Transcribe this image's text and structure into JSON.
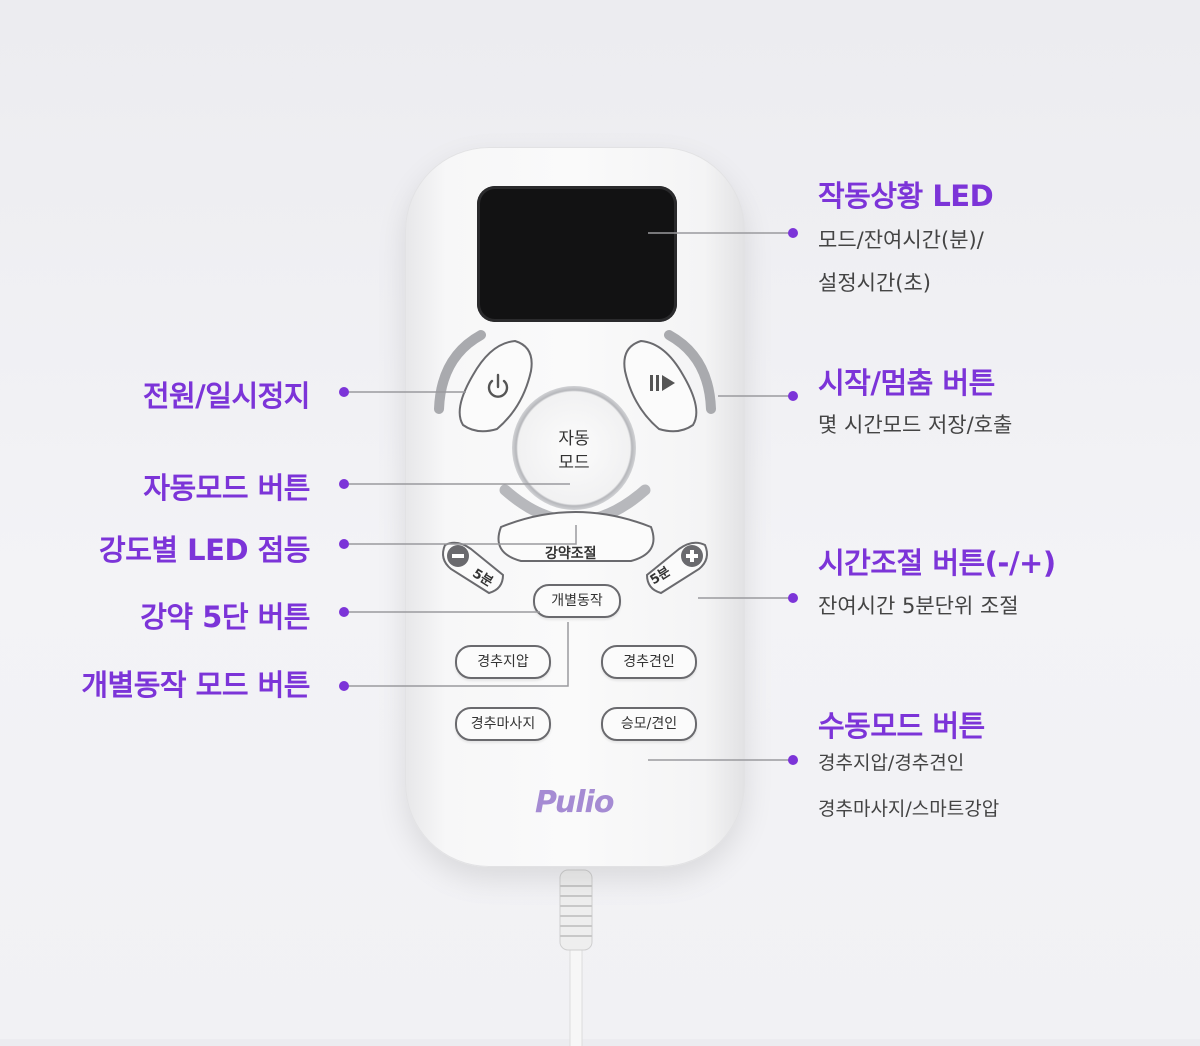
{
  "remote": {
    "auto_mode_line1": "자동",
    "auto_mode_line2": "모드",
    "intensity_label": "강약조절",
    "individual_label": "개별동작",
    "minus_label": "5분",
    "plus_label": "5분",
    "cervical_pressure": "경추지압",
    "cervical_traction": "경추견인",
    "cervical_massage": "경추마사지",
    "lift_traction": "승모/견인",
    "logo": "Pulio"
  },
  "labels": {
    "left": [
      {
        "title": "전원/일시정지"
      },
      {
        "title": "자동모드 버튼"
      },
      {
        "title": "강도별 LED 점등"
      },
      {
        "title": "강약 5단 버튼"
      },
      {
        "title": "개별동작 모드 버튼"
      }
    ],
    "right": [
      {
        "title": "작동상황 LED",
        "sub": [
          "모드/잔여시간(분)/",
          "설정시간(초)"
        ]
      },
      {
        "title": "시작/멈춤 버튼",
        "sub": [
          "몇 시간모드 저장/호출"
        ]
      },
      {
        "title": "시간조절 버튼(-/+)",
        "sub": [
          "잔여시간 5분단위 조절"
        ]
      },
      {
        "title": "수동모드 버튼",
        "sub": [
          "경추지압/경추견인",
          "경추마사지/스마트강압"
        ]
      }
    ]
  },
  "colors": {
    "accent": "#7c34d8",
    "line": "#9a9a9e"
  }
}
